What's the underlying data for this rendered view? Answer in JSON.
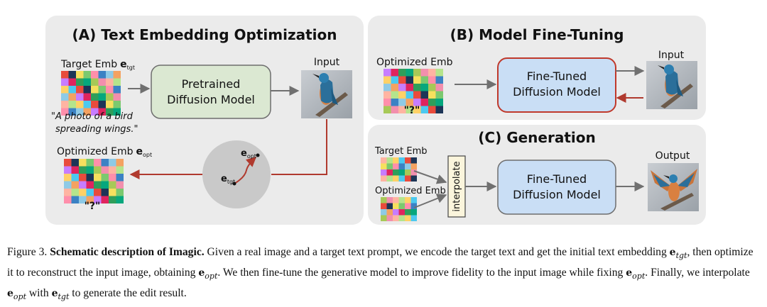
{
  "panels": {
    "a": {
      "title": "(A) Text Embedding Optimization",
      "target_emb_label": "Target Emb",
      "prompt_line1": "\"A photo of a bird",
      "prompt_line2": "spreading wings.\"",
      "model_line1": "Pretrained",
      "model_line2": "Diffusion Model",
      "input_label": "Input",
      "optimized_emb_label": "Optimized Emb",
      "question": "\"?\"",
      "e_tgt": "e",
      "e_tgt_sub": "tgt",
      "e_opt": "e",
      "e_opt_sub": "opt"
    },
    "b": {
      "title": "(B) Model Fine-Tuning",
      "optimized_emb_label": "Optimized Emb",
      "question": "\"?\"",
      "model_line1": "Fine-Tuned",
      "model_line2": "Diffusion Model",
      "input_label": "Input"
    },
    "c": {
      "title": "(C) Generation",
      "target_emb_label": "Target Emb",
      "optimized_emb_label": "Optimized Emb",
      "interpolate_label": "interpolate",
      "model_line1": "Fine-Tuned",
      "model_line2": "Diffusion Model",
      "output_label": "Output"
    }
  },
  "caption": {
    "prefix": "Figure 3.",
    "bold": "Schematic description of Imagic.",
    "part1": "Given a real image and a target text prompt, we encode the target text and get the initial text embedding",
    "part2": ", then optimize it to reconstruct the input image, obtaining",
    "part3": ". We then fine-tune the generative model to improve fidelity to the input image while fixing",
    "part4": ". Finally, we interpolate",
    "part5": "with",
    "part6": "to generate the edit result.",
    "e": "e",
    "tgt": "tgt",
    "opt": "opt"
  },
  "colors": {
    "panel_bg": "#ebebeb",
    "pretrained_box_fill": "#dbe8d2",
    "finetuned_box_fill": "#c9def5",
    "finetuned_box_border": "#c0392b",
    "arrow_gray": "#707070",
    "arrow_red": "#b03a2e"
  }
}
